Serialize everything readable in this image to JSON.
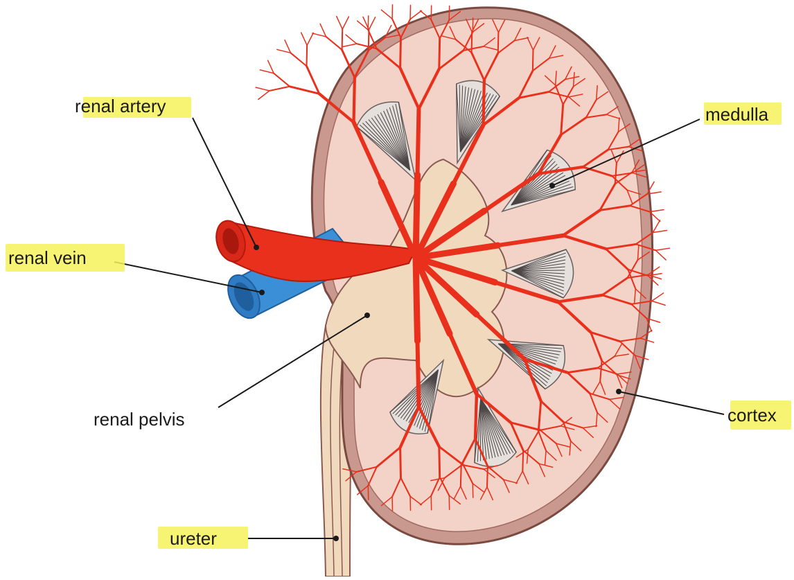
{
  "labels": {
    "renal_artery": "renal artery",
    "renal_vein": "renal vein",
    "renal_pelvis": "renal pelvis",
    "ureter": "ureter",
    "medulla": "medulla",
    "cortex": "cortex"
  },
  "colors": {
    "artery": "#e8301c",
    "artery_dark": "#b51a0c",
    "vein": "#3b8fd6",
    "vein_dark": "#1f5f9e",
    "capsule": "#b8847c",
    "cortex_fill": "#f3d3c7",
    "pelvis_fill": "#f1d9bd",
    "medulla_fill": "#e5e0dc",
    "highlight": "#f7f25a"
  }
}
